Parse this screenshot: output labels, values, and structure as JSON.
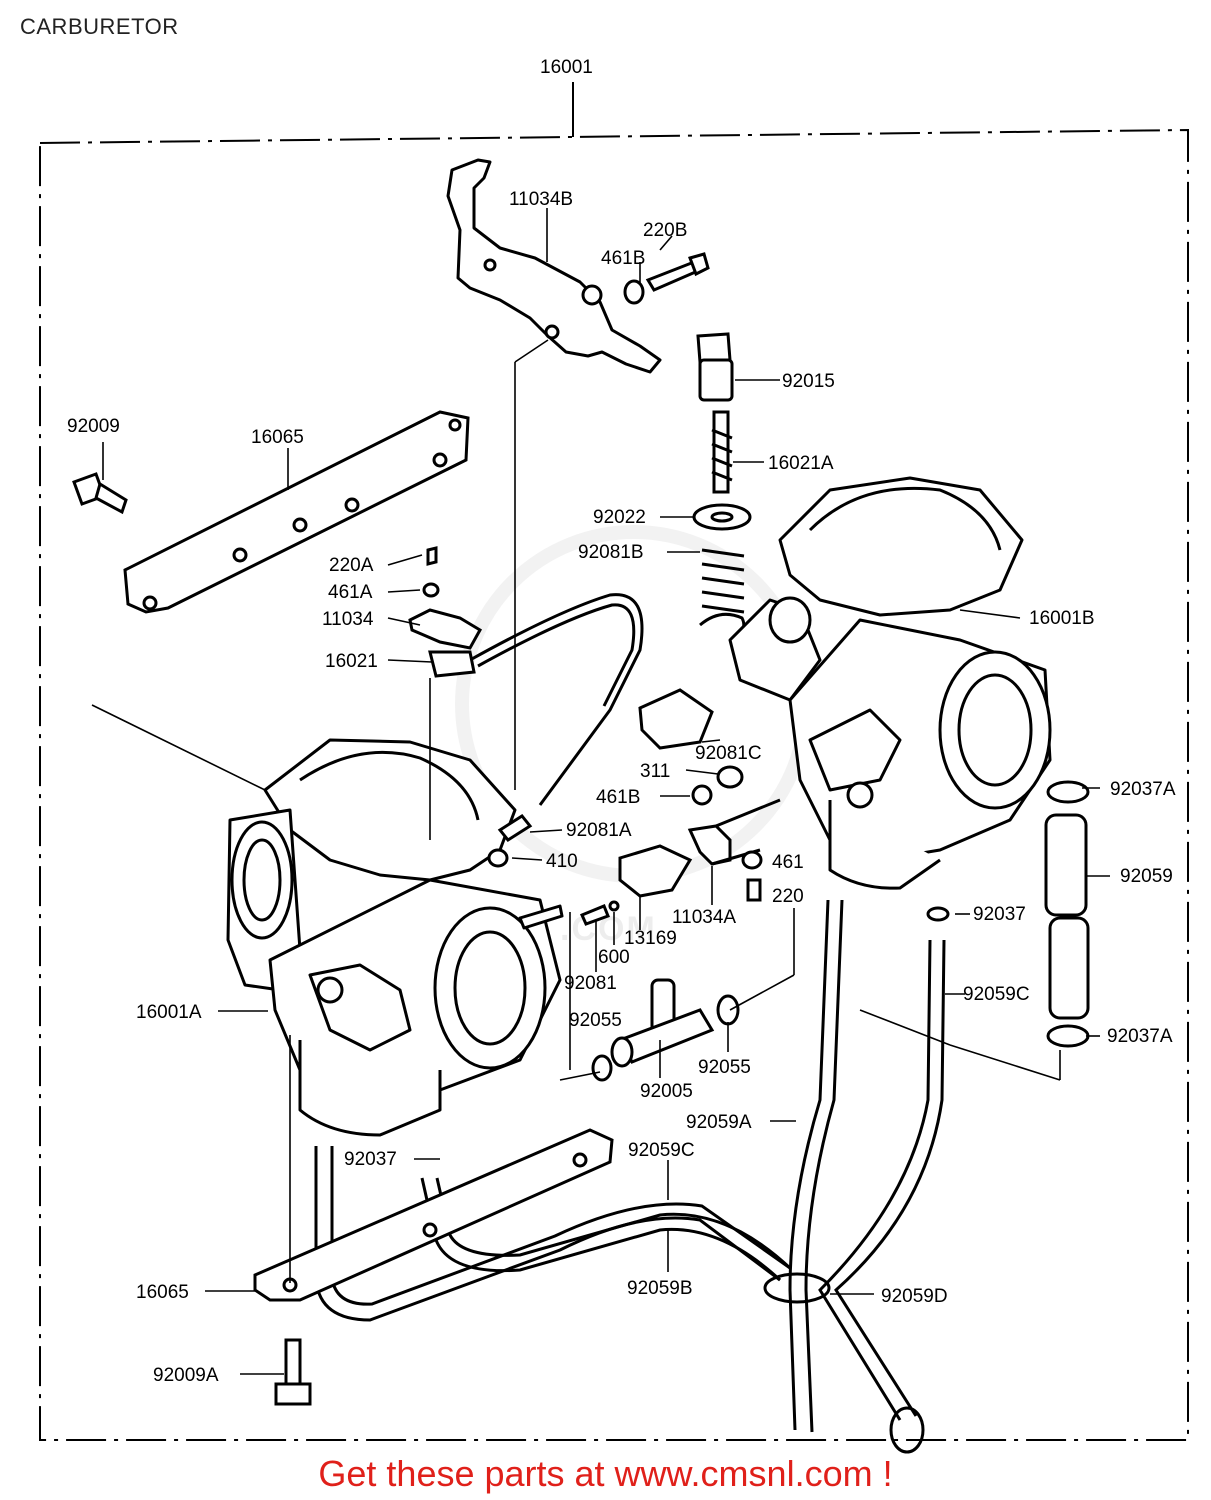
{
  "page": {
    "title": "CARBURETOR",
    "footer": "Get these parts at www.cmsnl.com !",
    "watermark": ".COM"
  },
  "colors": {
    "line": "#000000",
    "footer": "#e0201a",
    "background": "#ffffff"
  },
  "parts": {
    "p16001": "16001",
    "p11034B": "11034B",
    "p220B": "220B",
    "p461B_top": "461B",
    "p92015": "92015",
    "p92009": "92009",
    "p16065_top": "16065",
    "p16021A": "16021A",
    "p92022": "92022",
    "p92081B": "92081B",
    "p220A": "220A",
    "p461A": "461A",
    "p11034": "11034",
    "p16021": "16021",
    "p16001B": "16001B",
    "p92081C": "92081C",
    "p311": "311",
    "p461B": "461B",
    "p92037A_top": "92037A",
    "p92081A": "92081A",
    "p410": "410",
    "p461": "461",
    "p92059": "92059",
    "p11034A": "11034A",
    "p220": "220",
    "p13169": "13169",
    "p600": "600",
    "p92037_right": "92037",
    "p92081": "92081",
    "p92059C_right": "92059C",
    "p16001A": "16001A",
    "p92055_left": "92055",
    "p92037A_bottom": "92037A",
    "p92055_right": "92055",
    "p92005": "92005",
    "p92059A": "92059A",
    "p92037_left": "92037",
    "p92059C_bottom": "92059C",
    "p16065_bottom": "16065",
    "p92059B": "92059B",
    "p92059D": "92059D",
    "p92009A": "92009A"
  }
}
